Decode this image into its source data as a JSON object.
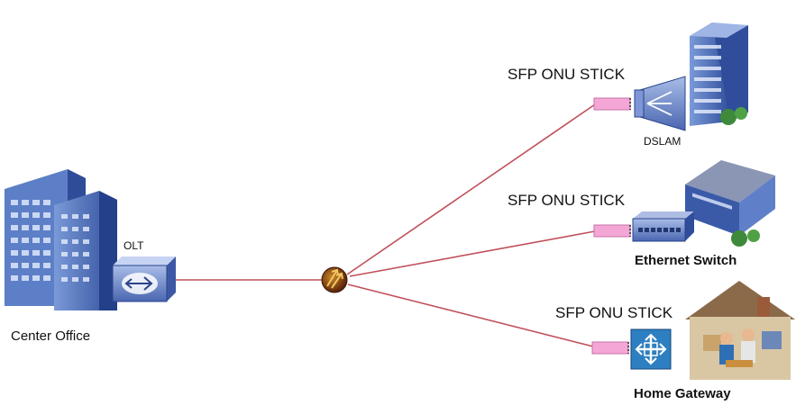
{
  "labels": {
    "center_office": "Center Office",
    "olt": "OLT",
    "dslam": "DSLAM",
    "ethernet_switch": "Ethernet Switch",
    "home_gateway": "Home Gateway"
  },
  "sfp_labels": [
    "SFP ONU STICK",
    "SFP ONU STICK",
    "SFP ONU STICK"
  ],
  "colors": {
    "fiber_line": "#c0505a",
    "sfp_stick": "#f4a7d6",
    "building_blue": "#3a5aa8",
    "splitter": "#6b2a10"
  },
  "icons": [
    "office-building-icon",
    "olt-device-icon",
    "splitter-icon",
    "sfp-stick-icon",
    "dslam-device-icon",
    "ethernet-switch-icon",
    "home-gateway-icon",
    "tower-building-icon",
    "warehouse-building-icon",
    "house-icon"
  ]
}
